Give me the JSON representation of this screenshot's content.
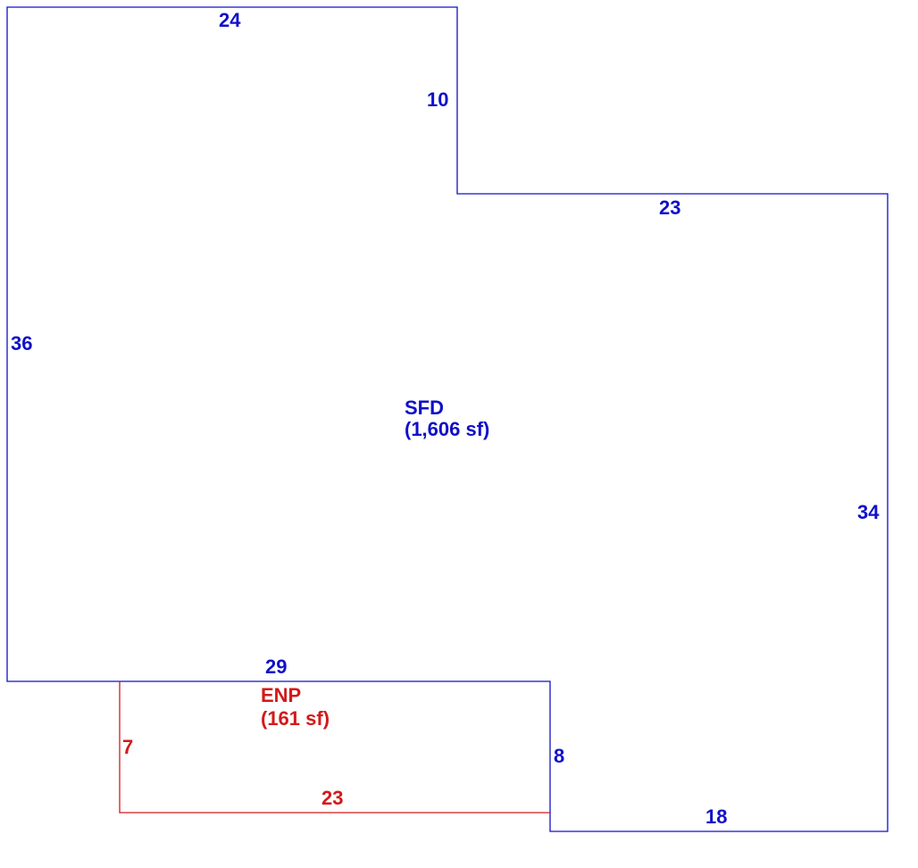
{
  "colors": {
    "sfd": "#1010c8",
    "enp": "#d21a1a",
    "background": "#ffffff"
  },
  "sfd": {
    "name": "SFD",
    "area": "(1,606 sf)",
    "dimensions": {
      "top_left": "24",
      "notch_vertical": "10",
      "notch_horizontal": "23",
      "left": "36",
      "right": "34",
      "bottom_left_edge": "29",
      "step_vertical": "8",
      "bottom_right": "18"
    }
  },
  "enp": {
    "name": "ENP",
    "area": "(161 sf)",
    "dimensions": {
      "left": "7",
      "bottom": "23"
    }
  }
}
